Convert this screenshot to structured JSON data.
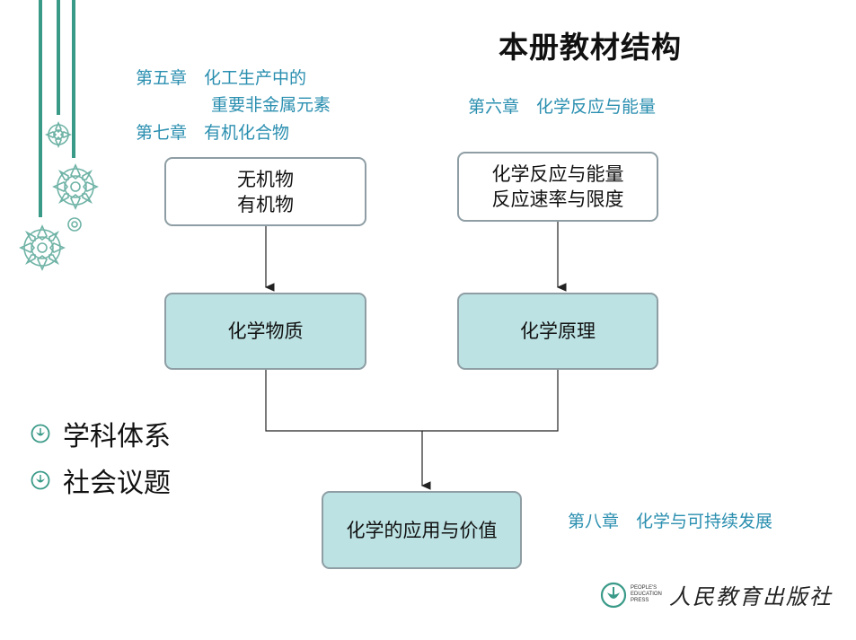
{
  "title": "本册教材结构",
  "notes": {
    "left_line1": "第五章　化工生产中的",
    "left_line2": "重要非金属元素",
    "left_line3": "第七章　有机化合物",
    "right_top": "第六章　化学反应与能量",
    "bottom_right": "第八章　化学与可持续发展"
  },
  "boxes": {
    "top_left": [
      "无机物",
      "有机物"
    ],
    "top_right": [
      "化学反应与能量",
      "反应速率与限度"
    ],
    "mid_left": "化学物质",
    "mid_right": "化学原理",
    "bottom": "化学的应用与价值"
  },
  "bullets": [
    "学科体系",
    "社会议题"
  ],
  "publisher": {
    "small_lines": [
      "PEOPLE'S",
      "EDUCATION",
      "PRESS"
    ],
    "name": "人民教育出版社"
  },
  "colors": {
    "accent_teal": "#3a9a88",
    "box_fill": "#bde2e3",
    "note_text": "#2b8fb0"
  }
}
